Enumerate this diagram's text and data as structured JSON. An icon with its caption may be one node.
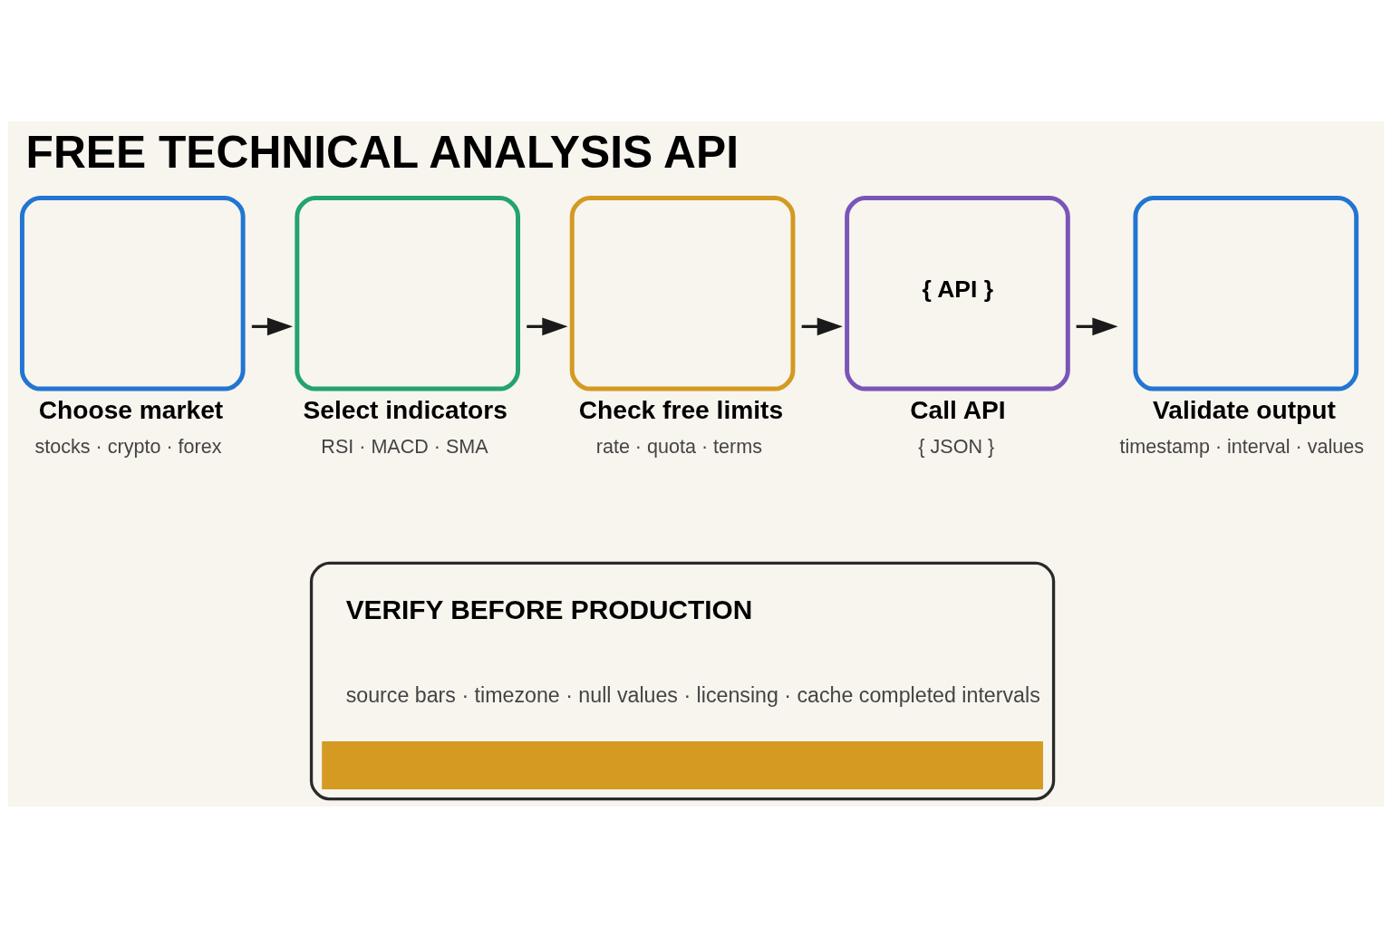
{
  "diagram": {
    "title": "FREE TECHNICAL ANALYSIS API",
    "nodes": [
      {
        "text": [
          "Choose market"
        ],
        "beside": [
          "stocks · crypto · forex"
        ]
      },
      {
        "text": [
          "Select indicators"
        ],
        "beside": [
          "RSI · MACD · SMA"
        ]
      },
      {
        "text": [
          "Check free limits"
        ],
        "beside": [
          "rate · quota · terms"
        ]
      },
      {
        "text": [
          "{ API }",
          "Call API"
        ],
        "beside": [
          "{ JSON }"
        ]
      },
      {
        "text": [
          "Validate output"
        ],
        "beside": [
          "timestamp · interval · values"
        ]
      },
      {
        "text": [
          "VERIFY BEFORE PRODUCTION",
          "source bars · timezone · null values · licensing · cache completed intervals"
        ]
      }
    ],
    "edges": [
      {
        "from": 0,
        "to": 1,
        "arrow": "to"
      },
      {
        "from": 1,
        "to": 2,
        "arrow": "to"
      },
      {
        "from": 2,
        "to": 3,
        "arrow": "to"
      },
      {
        "from": 3,
        "to": 4,
        "arrow": "to"
      }
    ]
  }
}
